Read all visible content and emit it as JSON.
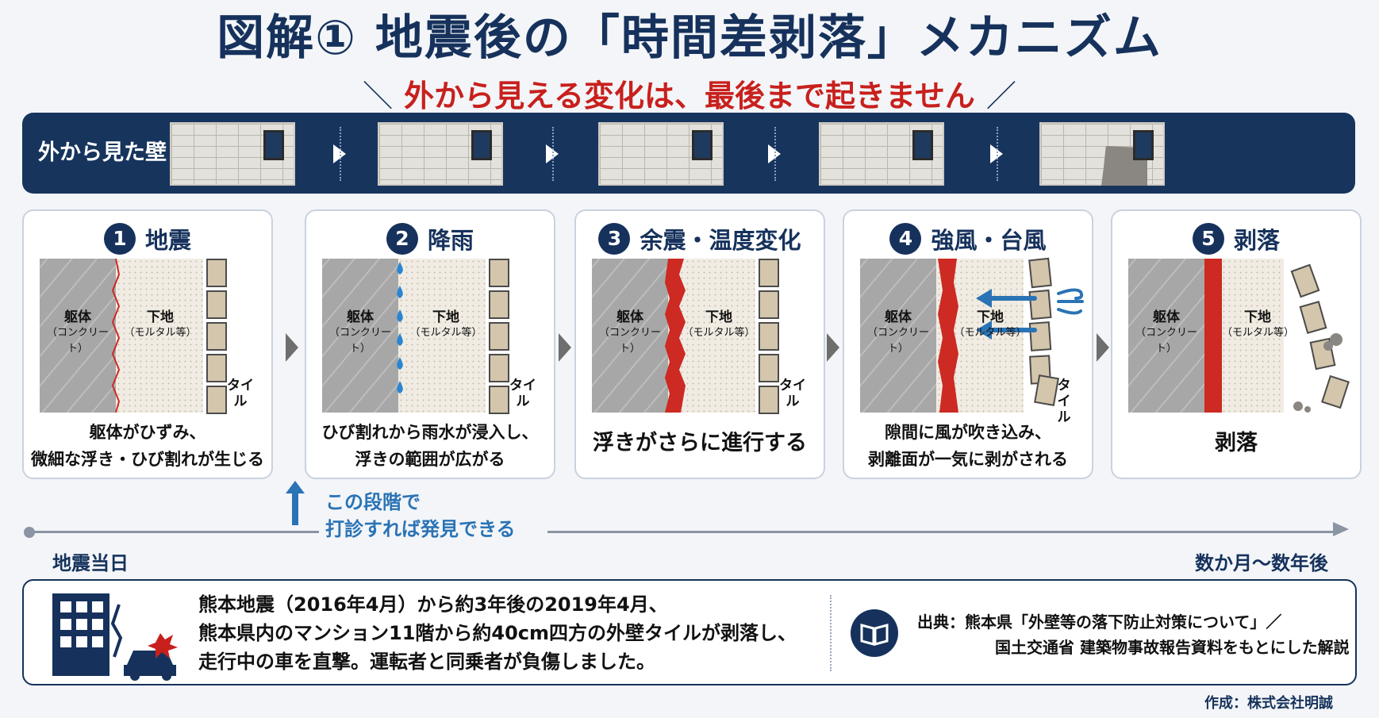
{
  "title": "図解① 地震後の「時間差剥落」メカニズム",
  "subtitle": "外から見える変化は、最後まで起きません",
  "wall_band": {
    "label": "外から見た壁"
  },
  "cross_section_labels": {
    "concrete": "躯体",
    "concrete_sub": "（コンクリート）",
    "mortar": "下地",
    "mortar_sub": "（モルタル等）",
    "tile": "タイル"
  },
  "stages": [
    {
      "num": "1",
      "title": "地震",
      "caption_1": "躯体がひずみ、",
      "caption_2": "微細な浮き・ひび割れが生じる"
    },
    {
      "num": "2",
      "title": "降雨",
      "caption_1": "ひび割れから雨水が浸入し、",
      "caption_2": "浮きの範囲が広がる"
    },
    {
      "num": "3",
      "title": "余震・温度変化",
      "caption_1": "浮きがさらに進行する",
      "caption_2": ""
    },
    {
      "num": "4",
      "title": "強風・台風",
      "caption_1": "隙間に風が吹き込み、",
      "caption_2": "剥離面が一気に剥がされる"
    },
    {
      "num": "5",
      "title": "剥落",
      "caption_1": "剥落",
      "caption_2": ""
    }
  ],
  "discovery_note": {
    "line_1": "この段階で",
    "line_2": "打診すれば発見できる"
  },
  "timeline": {
    "start": "地震当日",
    "end": "数か月〜数年後"
  },
  "incident": {
    "line_1": "熊本地震（2016年4月）から約3年後の2019年4月、",
    "line_2": "熊本県内のマンション11階から約40cm四方の外壁タイルが剥落し、",
    "line_3": "走行中の車を直撃。運転者と同乗者が負傷しました。"
  },
  "source": {
    "line_1": "出典：熊本県「外壁等の落下防止対策について」／",
    "line_2": "国土交通省 建築物事故報告資料をもとにした解説"
  },
  "credit": "作成：株式会社明誠",
  "colors": {
    "navy": "#16325c",
    "red": "#c8201d",
    "blue": "#2a73b5"
  }
}
